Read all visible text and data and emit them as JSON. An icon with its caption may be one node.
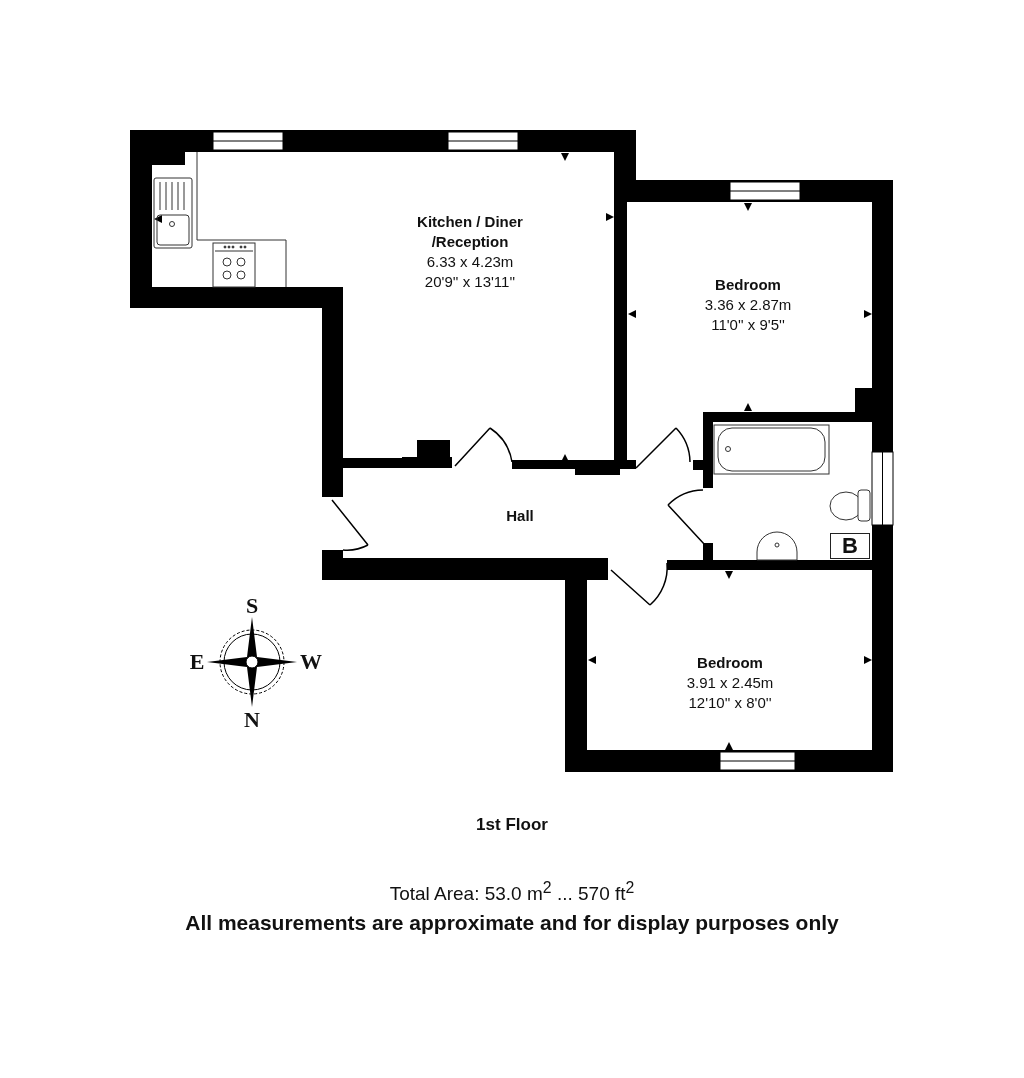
{
  "diagram": {
    "nodes": [
      {
        "text": [
          "Kitchen / Diner /Reception",
          "6.33 x 4.23m",
          "20'9'' x 13'11''"
        ]
      },
      {
        "text": [
          "Bedroom",
          "3.36 x 2.87m",
          "11'0'' x 9'5''"
        ]
      },
      {
        "text": [
          "Hall"
        ]
      },
      {
        "text": [
          "B"
        ]
      },
      {
        "text": [
          "Bedroom",
          "3.91 x 2.45m",
          "12'10'' x 8'0''"
        ]
      }
    ],
    "edges": [],
    "labels": [
      "S",
      "E",
      "W",
      "N",
      "1st Floor",
      "Total Area: 53.0 m$^{2}$ ... 570 ft$^{2}$",
      "All measurements are approximate and for display purposes only"
    ]
  }
}
